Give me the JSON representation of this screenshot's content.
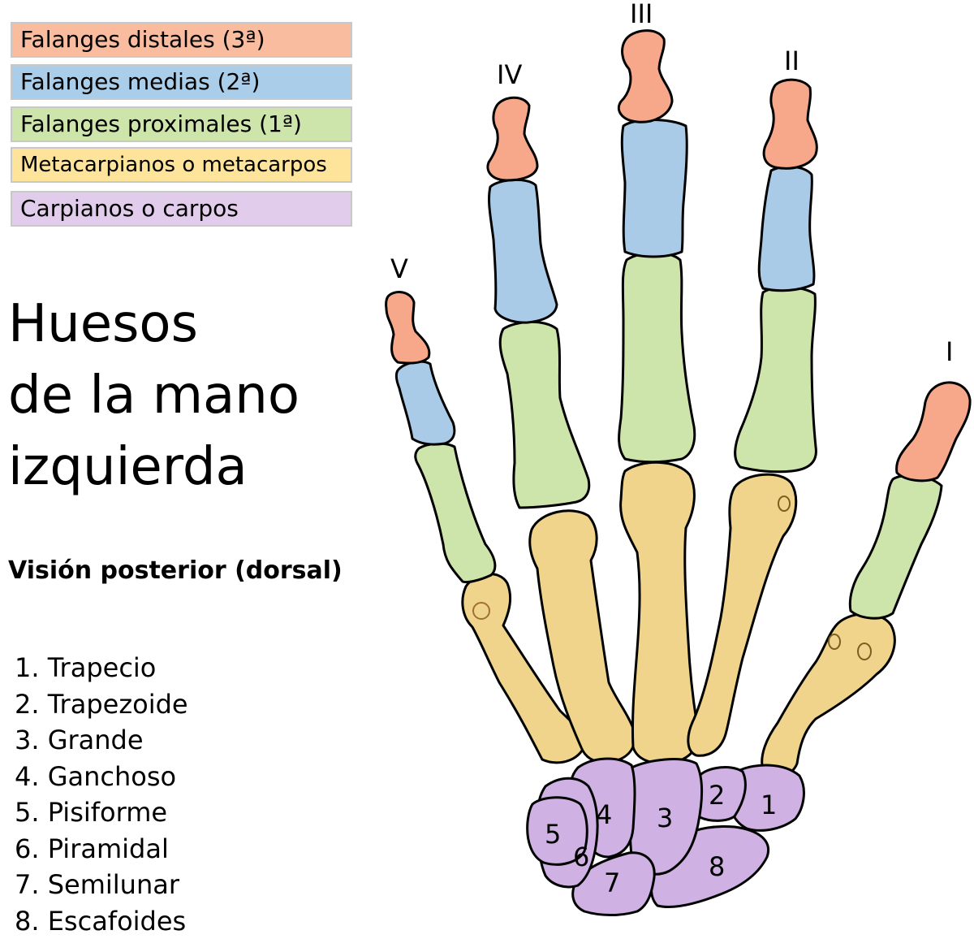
{
  "colors": {
    "distal": "#f7a88a",
    "medial": "#a9cbe8",
    "proximal": "#cde5ab",
    "metacarpal": "#f0d48c",
    "carpal": "#cfb1e4"
  },
  "legend": [
    {
      "label": "Falanges distales (3ª)",
      "color": "#f9bc9f"
    },
    {
      "label": "Falanges medias (2ª)",
      "color": "#aacde9"
    },
    {
      "label": "Falanges proximales (1ª)",
      "color": "#cde5ab"
    },
    {
      "label": "Metacarpianos o metacarpos",
      "color": "#fde49a"
    },
    {
      "label": "Carpianos o carpos",
      "color": "#e2ccec"
    }
  ],
  "title": [
    "Huesos",
    "de la mano",
    "izquierda"
  ],
  "subtitle": "Visión posterior (dorsal)",
  "bones": [
    "1. Trapecio",
    "2. Trapezoide",
    "3. Grande",
    "4. Ganchoso",
    "5. Pisiforme",
    "6. Piramidal",
    "7. Semilunar",
    "8. Escafoides"
  ],
  "finger_labels": {
    "thumb": "I",
    "index": "II",
    "middle": "III",
    "ring": "IV",
    "little": "V"
  },
  "carpal_numbers": [
    "1",
    "2",
    "3",
    "4",
    "5",
    "6",
    "7",
    "8"
  ]
}
